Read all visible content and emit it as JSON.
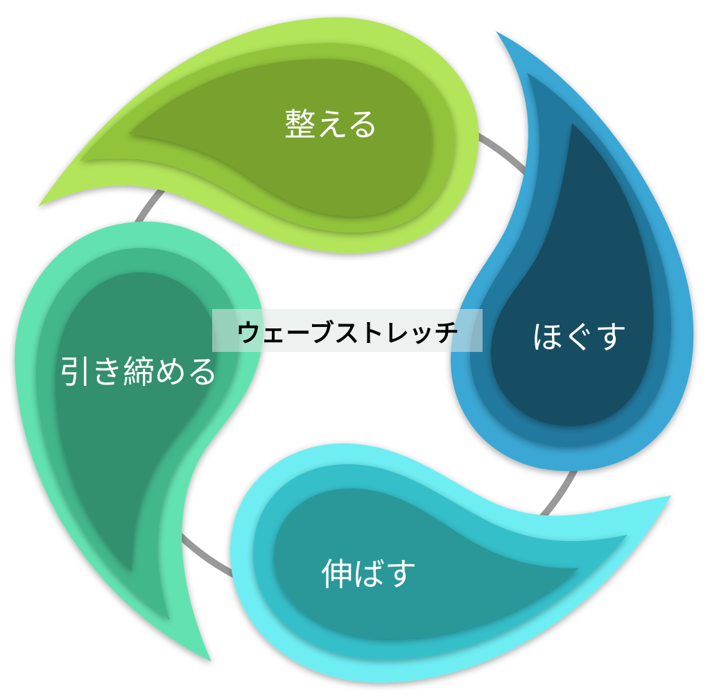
{
  "center": {
    "title": "ウェーブストレッチ"
  },
  "petals": [
    {
      "id": "green",
      "label": "整える",
      "colors": {
        "outer": "#b2e55a",
        "mid": "#92c43a",
        "inner": "#79a12d"
      }
    },
    {
      "id": "blue",
      "label": "ほぐす",
      "colors": {
        "outer": "#3aa7d4",
        "mid": "#23799f",
        "inner": "#174d63"
      }
    },
    {
      "id": "cyan",
      "label": "伸ばす",
      "colors": {
        "outer": "#6eeef3",
        "mid": "#35bfc9",
        "inner": "#2a9899"
      }
    },
    {
      "id": "teal",
      "label": "引き締める",
      "colors": {
        "outer": "#64e2b1",
        "mid": "#43b78a",
        "inner": "#33906c"
      }
    }
  ],
  "ring_color": "#999999"
}
